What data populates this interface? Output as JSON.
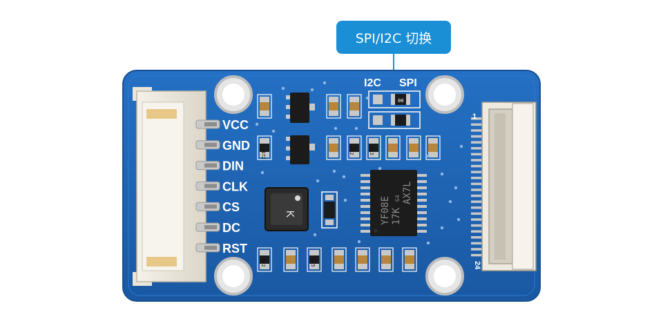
{
  "callout": {
    "text": "SPI/I2C 切换"
  },
  "board": {
    "pins": [
      "VCC",
      "GND",
      "DIN",
      "CLK",
      "CS",
      "DC",
      "RST"
    ],
    "jumper_labels": {
      "left": "I2C",
      "right": "SPI"
    },
    "fpc_pin_labels": {
      "first": "1",
      "last": "24"
    },
    "ic_marking": [
      "YF08E",
      "17K",
      "AX7L"
    ],
    "ic_marking_small": "G4",
    "buzzer_mark": "K",
    "resistor_codes": [
      "472",
      "272",
      "103",
      "472",
      "515"
    ],
    "jumper_resistor_code": "00"
  },
  "colors": {
    "pcb": "#1f64b4",
    "pcb_edge": "#174f93",
    "pad": "#c9c9c9",
    "callout": "#1a8fd6"
  }
}
